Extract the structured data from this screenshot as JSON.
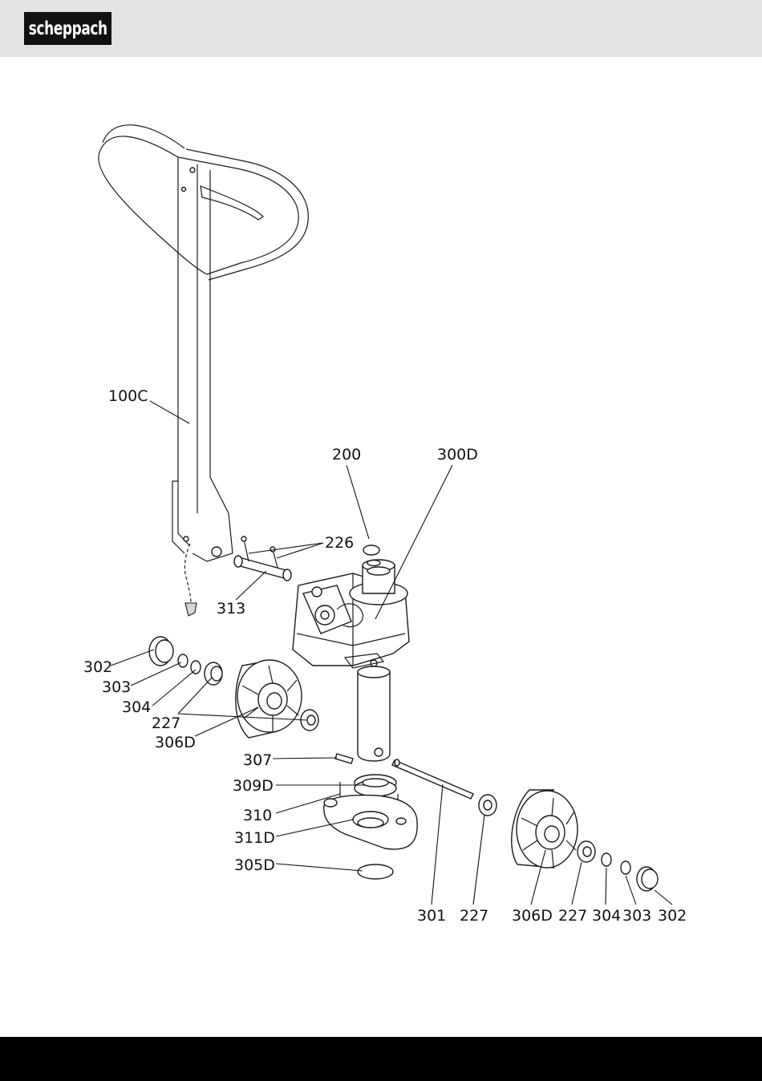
{
  "header": {
    "brand": "scheppach"
  },
  "diagram": {
    "labels": {
      "p100c": "100C",
      "p200": "200",
      "p300d": "300D",
      "p226": "226",
      "p313": "313",
      "p302_left": "302",
      "p303_left": "303",
      "p304_left": "304",
      "p227_left": "227",
      "p306d_left": "306D",
      "p307": "307",
      "p309d": "309D",
      "p310": "310",
      "p311d": "311D",
      "p305d": "305D",
      "p301": "301",
      "p227_bottom_a": "227",
      "p306d_bottom": "306D",
      "p227_bottom_b": "227",
      "p304_bottom": "304",
      "p303_bottom": "303",
      "p302_bottom": "302"
    }
  }
}
